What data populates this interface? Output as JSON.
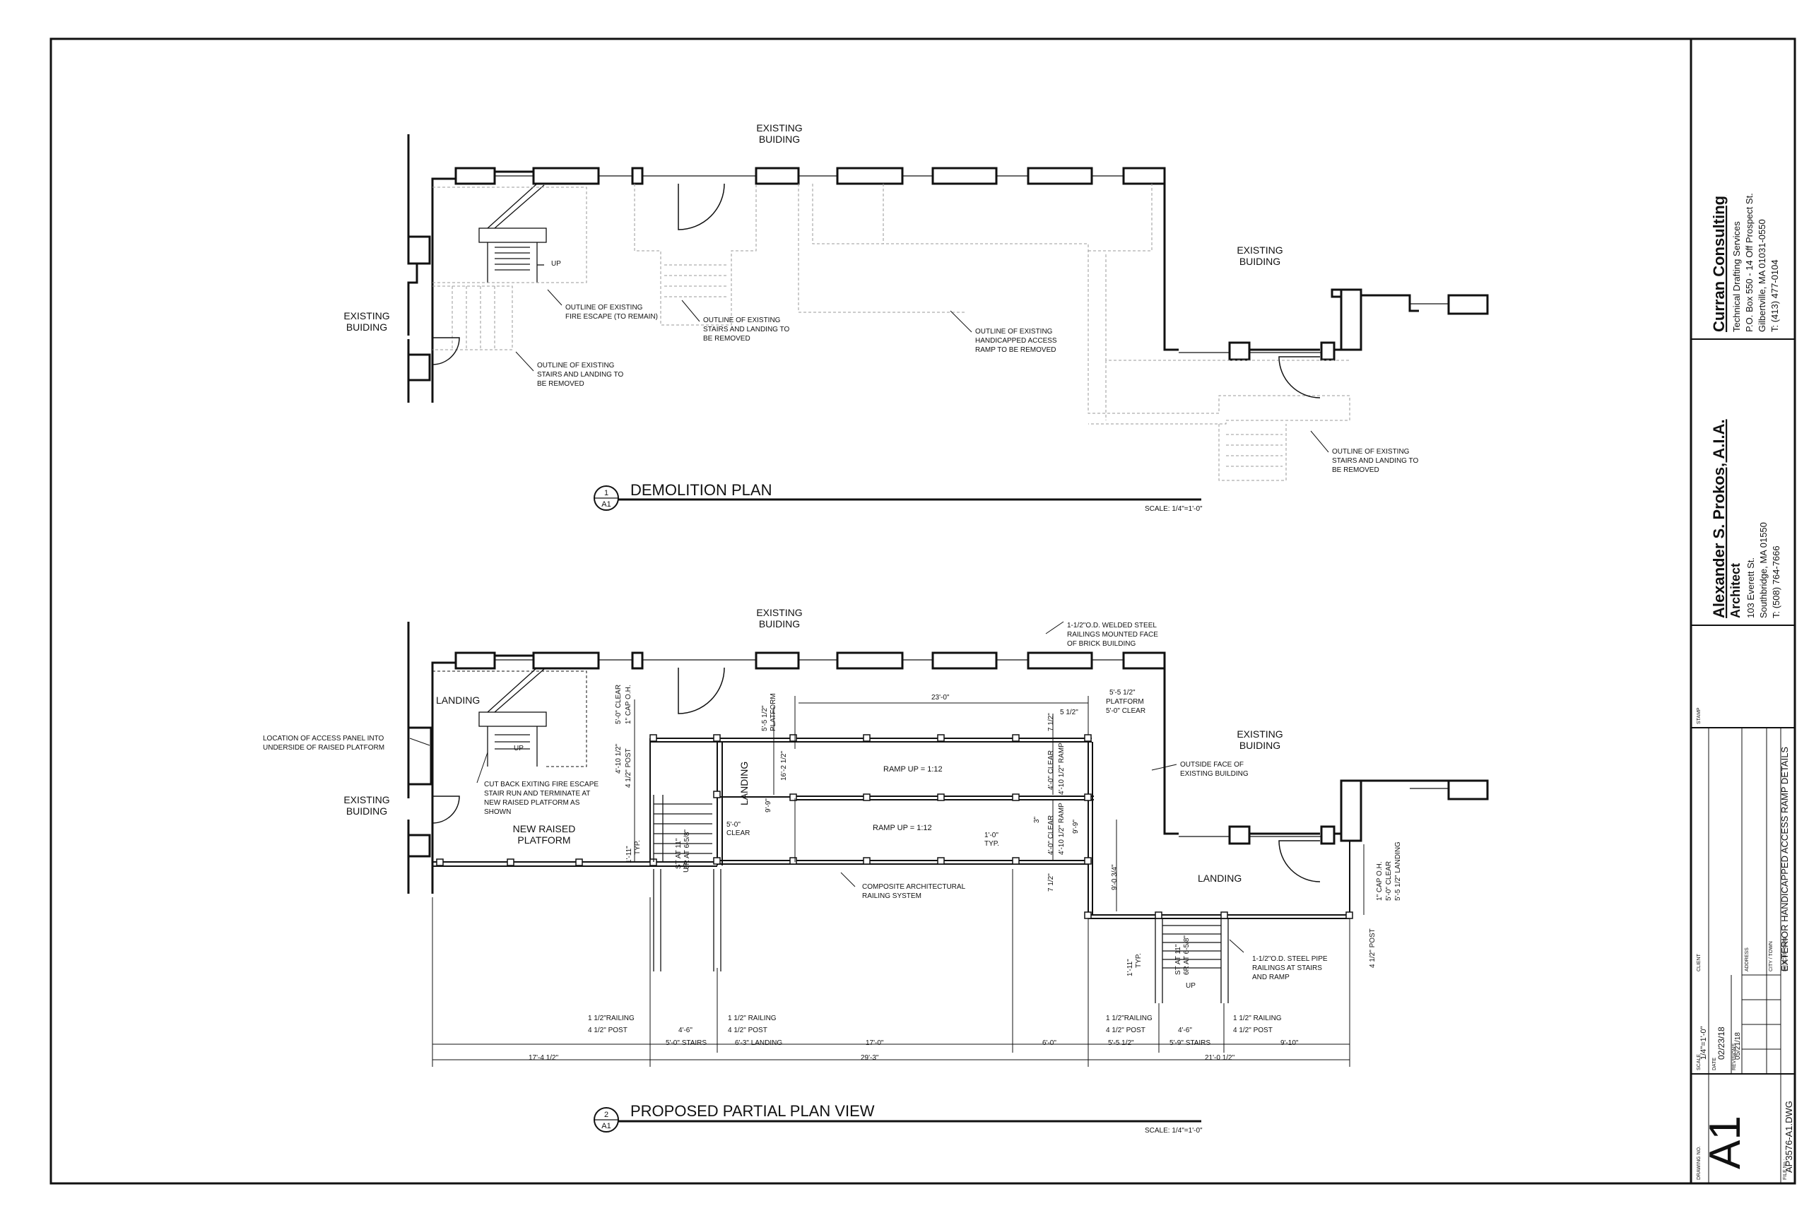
{
  "demolition": {
    "title": "DEMOLITION PLAN",
    "detail_num": "1",
    "sheet_ref": "A1",
    "scale": "SCALE: 1/4\"=1'-0\"",
    "existing_top": [
      "EXISTING",
      "BUIDING"
    ],
    "existing_left": [
      "EXISTING",
      "BUIDING"
    ],
    "existing_right": [
      "EXISTING",
      "BUIDING"
    ],
    "up": "UP",
    "note_fire_escape": [
      "OUTLINE OF EXISTING",
      "FIRE ESCAPE (TO REMAIN)"
    ],
    "note_left_stairs": [
      "OUTLINE OF EXISTING",
      "STAIRS AND LANDING TO",
      "BE REMOVED"
    ],
    "note_mid_stairs": [
      "OUTLINE OF EXISTING",
      "STAIRS AND LANDING TO",
      "BE REMOVED"
    ],
    "note_ramp": [
      "OUTLINE OF EXISTING",
      "HANDICAPPED ACCESS",
      "RAMP TO BE REMOVED"
    ],
    "note_right_stairs": [
      "OUTLINE OF EXISTING",
      "STAIRS AND LANDING TO",
      "BE REMOVED"
    ]
  },
  "proposed": {
    "title": "PROPOSED PARTIAL PLAN VIEW",
    "detail_num": "2",
    "sheet_ref": "A1",
    "scale": "SCALE: 1/4\"=1'-0\"",
    "existing_top": [
      "EXISTING",
      "BUIDING"
    ],
    "existing_left": [
      "EXISTING",
      "BUIDING"
    ],
    "existing_right": [
      "EXISTING",
      "BUIDING"
    ],
    "landing_left": "LANDING",
    "landing_right": "LANDING",
    "landing_vertical": "LANDING",
    "new_raised_platform": [
      "NEW RAISED",
      "PLATFORM"
    ],
    "up_fire": "UP",
    "up_stair_left": "UP",
    "up_stair_right": "UP",
    "ramp_up_1": "RAMP UP = 1:12",
    "ramp_up_2": "RAMP UP = 1:12",
    "note_access_panel": [
      "LOCATION OF ACCESS PANEL INTO",
      "UNDERSIDE OF RAISED PLATFORM"
    ],
    "note_cut_back": [
      "CUT BACK EXITING FIRE ESCAPE",
      "STAIR RUN AND TERMINATE AT",
      "NEW RAISED PLATFORM AS",
      "SHOWN"
    ],
    "note_welded_rail": [
      "1-1/2\"O.D. WELDED STEEL",
      "RAILINGS MOUNTED FACE",
      "OF BRICK BUILDING"
    ],
    "note_outside_face": [
      "OUTSIDE FACE OF",
      "EXISTING BUILDING"
    ],
    "note_composite": [
      "COMPOSITE ARCHITECTURAL",
      "RAILING SYSTEM"
    ],
    "note_steel_pipe": [
      "1-1/2\"O.D. STEEL PIPE",
      "RAILINGS AT STAIRS",
      "AND RAMP"
    ],
    "dims": {
      "d_23_0": "23'-0\"",
      "d_5_5_half_platform": "5'-5 1/2\"",
      "platform_word": "PLATFORM",
      "d_5_0_clear_top": "5'-0\" CLEAR",
      "d_7_half_a": "7 1/2\"",
      "d_5_half": "5 1/2\"",
      "d_4_0_clear": "4'-0\" CLEAR",
      "d_4_10_ramp": "4'-10 1/2\" RAMP",
      "d_3": "3\"",
      "d_4_0_clear_b": "4'-0\" CLEAR",
      "d_4_10_ramp_b": "4'-10 1/2\" RAMP",
      "d_9_9": "9'-9\"",
      "d_9_0_3q": "9'-0 3/4\"",
      "d_7_half_b": "7 1/2\"",
      "d_1_0_typ": "1'-0\"",
      "typ": "TYP.",
      "d_5_0_clear_v": "5'-0\" CLEAR",
      "d_1_cap_oh": "1\" CAP O.H.",
      "d_4_10_half": "4'-10 1/2\"",
      "d_4_half_post": "4 1/2\" POST",
      "d_5_5_half_v": "5'-5 1/2\"",
      "d_16_2_half": "16'-2 1/2\"",
      "d_9_9_b": "9'-9\"",
      "d_5_0_clear_mid": "5'-0\"",
      "clear_word": "CLEAR",
      "d_1_11_typ": "1'-11\"",
      "stair_spec": [
        "ST AT 11\"",
        "6R AT 6-5/8\""
      ],
      "d_1_cap_oh_r": "1\" CAP O.H.",
      "d_5_0_clear_r": "5'-0\" CLEAR",
      "d_5_5_landing": "5'-5 1/2\" LANDING",
      "d_4_half_post_r": "4 1/2\" POST",
      "rail_1_half_a": "1 1/2\"RAILING",
      "post_4_half_a": "4 1/2\" POST",
      "rail_1_half_b": "1 1/2\" RAILING",
      "post_4_half_b": "4 1/2\" POST",
      "rail_1_half_c": "1 1/2\"RAILING",
      "post_4_half_c": "4 1/2\" POST",
      "rail_1_half_d": "1 1/2\" RAILING",
      "post_4_half_d": "4 1/2\" POST",
      "d_4_6_a": "4'-6\"",
      "d_4_6_b": "4'-6\"",
      "d_5_0_stairs": "5'-0\" STAIRS",
      "d_6_3_landing": "6'-3\" LANDING",
      "d_17_0": "17'-0\"",
      "d_6_0": "6'-0\"",
      "d_5_5_half_b": "5'-5 1/2\"",
      "d_5_9_stairs": "5'-9\" STAIRS",
      "d_9_10": "9'-10\"",
      "d_17_4_half": "17'-4 1/2\"",
      "d_29_3": "29'-3\"",
      "d_21_0_half": "21'-0 1/2\""
    }
  },
  "title_block": {
    "consultant_name": "Curran Consulting",
    "consultant_lines": [
      "Technical Drafting Services",
      "P.O. Box 550 - 14 Off Prospect St.",
      "Gilbertville, MA 01031-0550",
      "T: (413) 477-0104"
    ],
    "architect_name": "Alexander S. Prokos, A.I.A.",
    "architect_title": "Architect",
    "architect_lines": [
      "103 Everett St.",
      "Southbridge, MA 01550",
      "T: (508) 764-7666"
    ],
    "stamp_label": "STAMP",
    "client_label": "CLIENT",
    "address_label": "ADDRESS",
    "city_label": "CITY / TOWN",
    "description_label": "DESCRIPTION",
    "description": "EXTERIOR HANDICAPPED ACCESS RAMP DETAILS",
    "scale_label": "SCALE",
    "scale_value": "1/4\"=1'-0\"",
    "date_label": "DATE",
    "date_value": "02/23/18",
    "revisions_label": "REVISIONS",
    "revision_1": "05/21/18",
    "drawing_no_label": "DRAWING NO.",
    "drawing_no": "A1",
    "file_no_label": "FILE No.:",
    "file_no": "AP3576-A1.DWG"
  },
  "colors": {
    "line": "#111111",
    "demo_dash": "#9a9a9a",
    "paper": "#ffffff"
  }
}
